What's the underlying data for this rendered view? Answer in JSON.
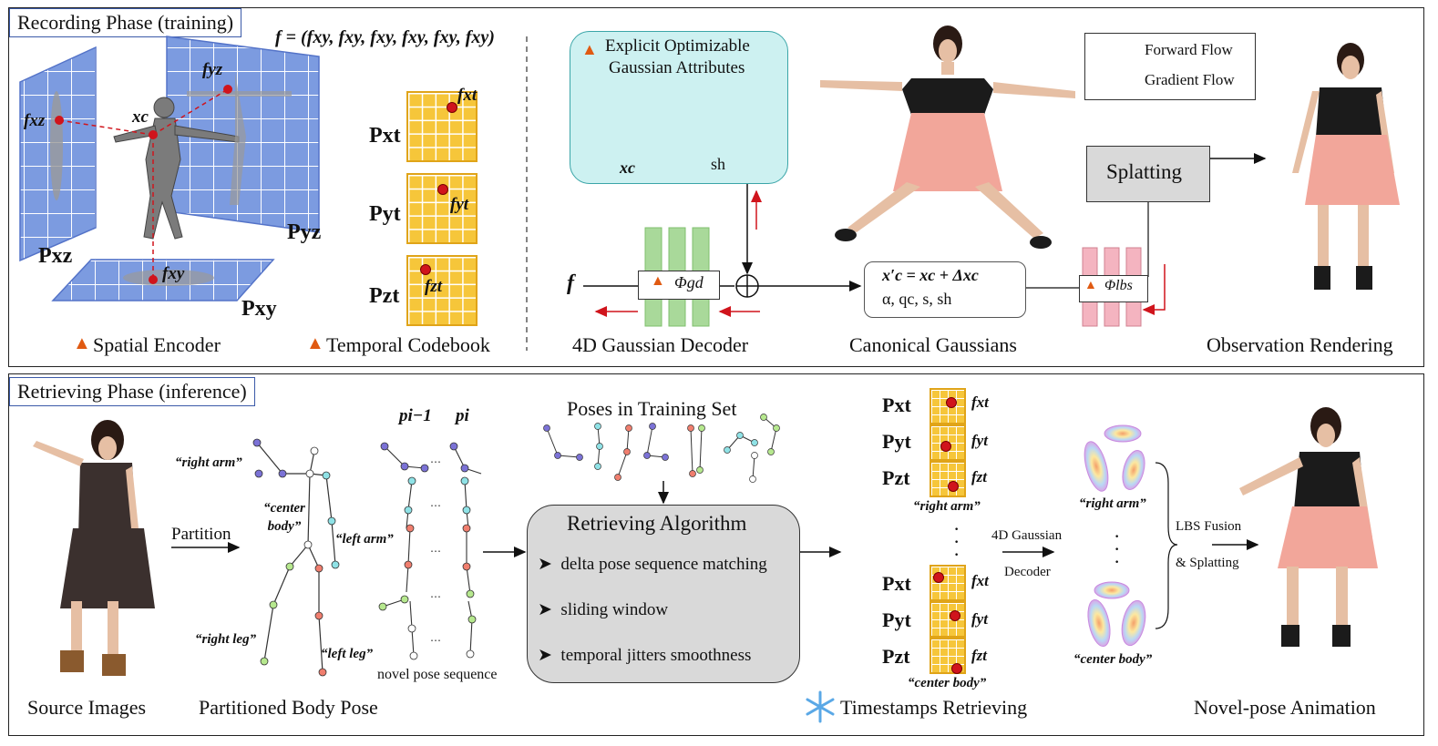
{
  "recording": {
    "phase_title": "Recording Phase (training)",
    "formula": "f = (fxy, fxy, fxy, fxy, fxy, fxy)",
    "plane_labels": {
      "xz": "Pxz",
      "yz": "Pyz",
      "xy": "Pxy"
    },
    "feature_labels": {
      "fxz": "fxz",
      "fyz": "fyz",
      "fxy": "fxy",
      "xc": "xc"
    },
    "codebook": [
      {
        "plane": "Pxt",
        "feature": "fxt"
      },
      {
        "plane": "Pyt",
        "feature": "fyt"
      },
      {
        "plane": "Pzt",
        "feature": "fzt"
      }
    ],
    "explicit_title_1": "Explicit Optimizable",
    "explicit_title_2": "Gaussian Attributes",
    "explicit_xc": "xc",
    "explicit_sh": "sh",
    "decoder_f": "f",
    "decoder_phi": "Φgd",
    "canonical_line1": "x′c = xc + Δxc",
    "canonical_line2": "α, qc, s, sh",
    "lbs_phi": "Φlbs",
    "splatting": "Splatting",
    "legend": {
      "forward": "Forward Flow",
      "gradient": "Gradient Flow"
    },
    "captions": {
      "spatial": "Spatial Encoder",
      "temporal": "Temporal Codebook",
      "decoder": "4D Gaussian Decoder",
      "canonical": "Canonical Gaussians",
      "rendering": "Observation Rendering"
    }
  },
  "retrieving": {
    "phase_title": "Retrieving Phase (inference)",
    "partition": "Partition",
    "parts": {
      "right_arm": "“right arm”",
      "center_body": "“center body”",
      "left_arm": "“left arm”",
      "right_leg": "“right leg”",
      "left_leg": "“left leg”"
    },
    "pose_labels": {
      "prev": "pi−1",
      "cur": "pi"
    },
    "novel_seq": "novel pose sequence",
    "training_set": "Poses in Training Set",
    "algorithm_title": "Retrieving Algorithm",
    "algorithm_items": [
      "delta pose sequence matching",
      "sliding window",
      "temporal jitters smoothness"
    ],
    "codebook_top": [
      {
        "plane": "Pxt",
        "feature": "fxt"
      },
      {
        "plane": "Pyt",
        "feature": "fyt"
      },
      {
        "plane": "Pzt",
        "feature": "fzt"
      }
    ],
    "codebook_top_label": "“right arm”",
    "codebook_bottom": [
      {
        "plane": "Pxt",
        "feature": "fxt"
      },
      {
        "plane": "Pyt",
        "feature": "fyt"
      },
      {
        "plane": "Pzt",
        "feature": "fzt"
      }
    ],
    "codebook_bottom_label": "“center body”",
    "decoder_line1": "4D Gaussian",
    "decoder_line2": "Decoder",
    "gauss_top_label": "“right arm”",
    "gauss_bottom_label": "“center body”",
    "fusion_line1": "LBS Fusion",
    "fusion_line2": "& Splatting",
    "captions": {
      "source": "Source Images",
      "partitioned": "Partitioned Body Pose",
      "timestamps": "Timestamps Retrieving",
      "animation": "Novel-pose Animation"
    }
  },
  "colors": {
    "grid_blue": "#7c9be0",
    "codebook_yellow": "#f6c63a",
    "teal_box": "#cdf1f1",
    "gray_box": "#d9d9d9",
    "red_arrow": "#d0141c",
    "decoder_green": "#a9d99a",
    "lbs_pink": "#f4b4c0"
  }
}
